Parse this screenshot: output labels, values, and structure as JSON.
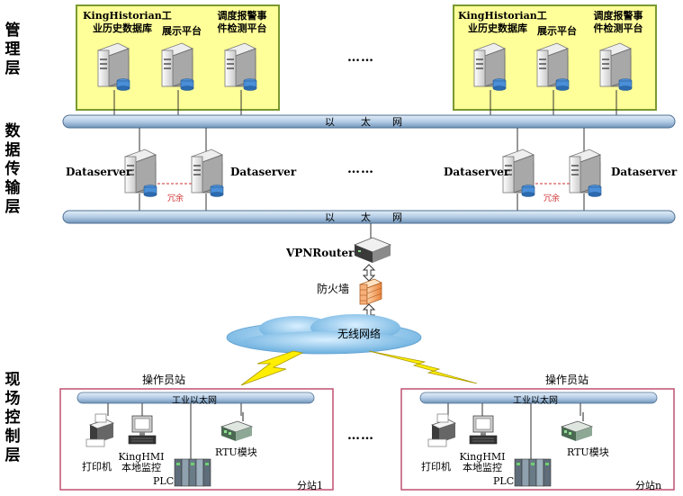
{
  "layers": {
    "management": "管理层",
    "data_transfer": "数据传输层",
    "field": "现场控制层"
  },
  "management": {
    "left": {
      "historian": [
        "KingHistorian工",
        "业历史数据库"
      ],
      "display": "展示平台",
      "alarm": [
        "调度报警事",
        "件检测平台"
      ]
    },
    "right": {
      "historian": [
        "KingHistorian工",
        "业历史数据库"
      ],
      "display": "展示平台",
      "alarm": [
        "调度报警事",
        "件检测平台"
      ]
    },
    "ellipsis": "……"
  },
  "buses": {
    "top": [
      "以",
      "太",
      "网"
    ],
    "bottom": [
      "以",
      "太",
      "网"
    ]
  },
  "data_layer": {
    "left": {
      "server_a": "Dataserver",
      "server_b": "Dataserver",
      "redundant": "冗余"
    },
    "right": {
      "server_a": "Dataserver",
      "server_b": "Dataserver",
      "redundant": "冗余"
    },
    "ellipsis": "……"
  },
  "network": {
    "router": "VPNRouter",
    "firewall": "防火墙",
    "wireless": "无线网络"
  },
  "stations": {
    "left": {
      "operator": "操作员站",
      "bus": "工业以太网",
      "printer": "打印机",
      "hmi": [
        "KingHMI",
        "本地监控"
      ],
      "plc": "PLC",
      "rtu": "RTU模块",
      "name": "分站1"
    },
    "right": {
      "operator": "操作员站",
      "bus": "工业以太网",
      "printer": "打印机",
      "hmi": [
        "KingHMI",
        "本地监控"
      ],
      "plc": "PLC",
      "rtu": "RTU模块",
      "name": "分站n"
    },
    "ellipsis": "……"
  },
  "colors": {
    "management_box": "#ffff99",
    "management_border": "#7a9a30",
    "bus_fill": "#b4cde6",
    "station_border": "#c05070",
    "lightning": "#ffee00",
    "cloud": "#8ec5e8",
    "firewall": "#f0a060"
  }
}
